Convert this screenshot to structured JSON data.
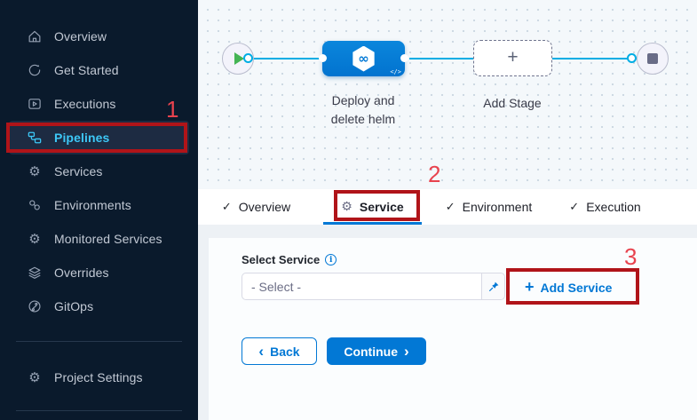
{
  "sidebar": {
    "items": [
      {
        "label": "Overview",
        "icon": "home-icon",
        "active": false
      },
      {
        "label": "Get Started",
        "icon": "get-started-icon",
        "active": false
      },
      {
        "label": "Executions",
        "icon": "executions-icon",
        "active": false
      },
      {
        "label": "Pipelines",
        "icon": "pipelines-icon",
        "active": true
      },
      {
        "label": "Services",
        "icon": "gear-icon",
        "active": false
      },
      {
        "label": "Environments",
        "icon": "environments-icon",
        "active": false
      },
      {
        "label": "Monitored Services",
        "icon": "monitored-services-icon",
        "active": false
      },
      {
        "label": "Overrides",
        "icon": "layers-icon",
        "active": false
      },
      {
        "label": "GitOps",
        "icon": "gitops-icon",
        "active": false
      }
    ],
    "footer_item": {
      "label": "Project Settings",
      "icon": "gear-icon"
    }
  },
  "canvas": {
    "start_node": "pipeline-start",
    "end_node": "pipeline-end",
    "stage": {
      "label_line1": "Deploy and",
      "label_line2": "delete helm",
      "badge": "</>"
    },
    "add_stage": {
      "label": "Add Stage"
    }
  },
  "tabs": [
    {
      "label": "Overview",
      "icon": "check",
      "active": false
    },
    {
      "label": "Service",
      "icon": "gear",
      "active": true
    },
    {
      "label": "Environment",
      "icon": "check",
      "active": false
    },
    {
      "label": "Execution",
      "icon": "check",
      "active": false
    }
  ],
  "form": {
    "select_service": {
      "label": "Select Service",
      "placeholder": "- Select -"
    },
    "add_service": {
      "label": "Add Service"
    },
    "back_button": "Back",
    "continue_button": "Continue"
  },
  "annotations": {
    "step1": "1",
    "step2": "2",
    "step3": "3"
  },
  "icons": {
    "check": "✓",
    "gear": "⚙",
    "plus": "+",
    "infinity": "∞",
    "chevron_left": "‹",
    "chevron_right": "›",
    "info": "i"
  },
  "colors": {
    "primary_blue": "#0278d5",
    "connector_cyan": "#00ade4",
    "sidebar_bg": "#0a1a2c",
    "sidebar_active_text": "#3dc7f6",
    "annotation_box_red": "#b01419",
    "annotation_number_red": "#e8434e"
  }
}
